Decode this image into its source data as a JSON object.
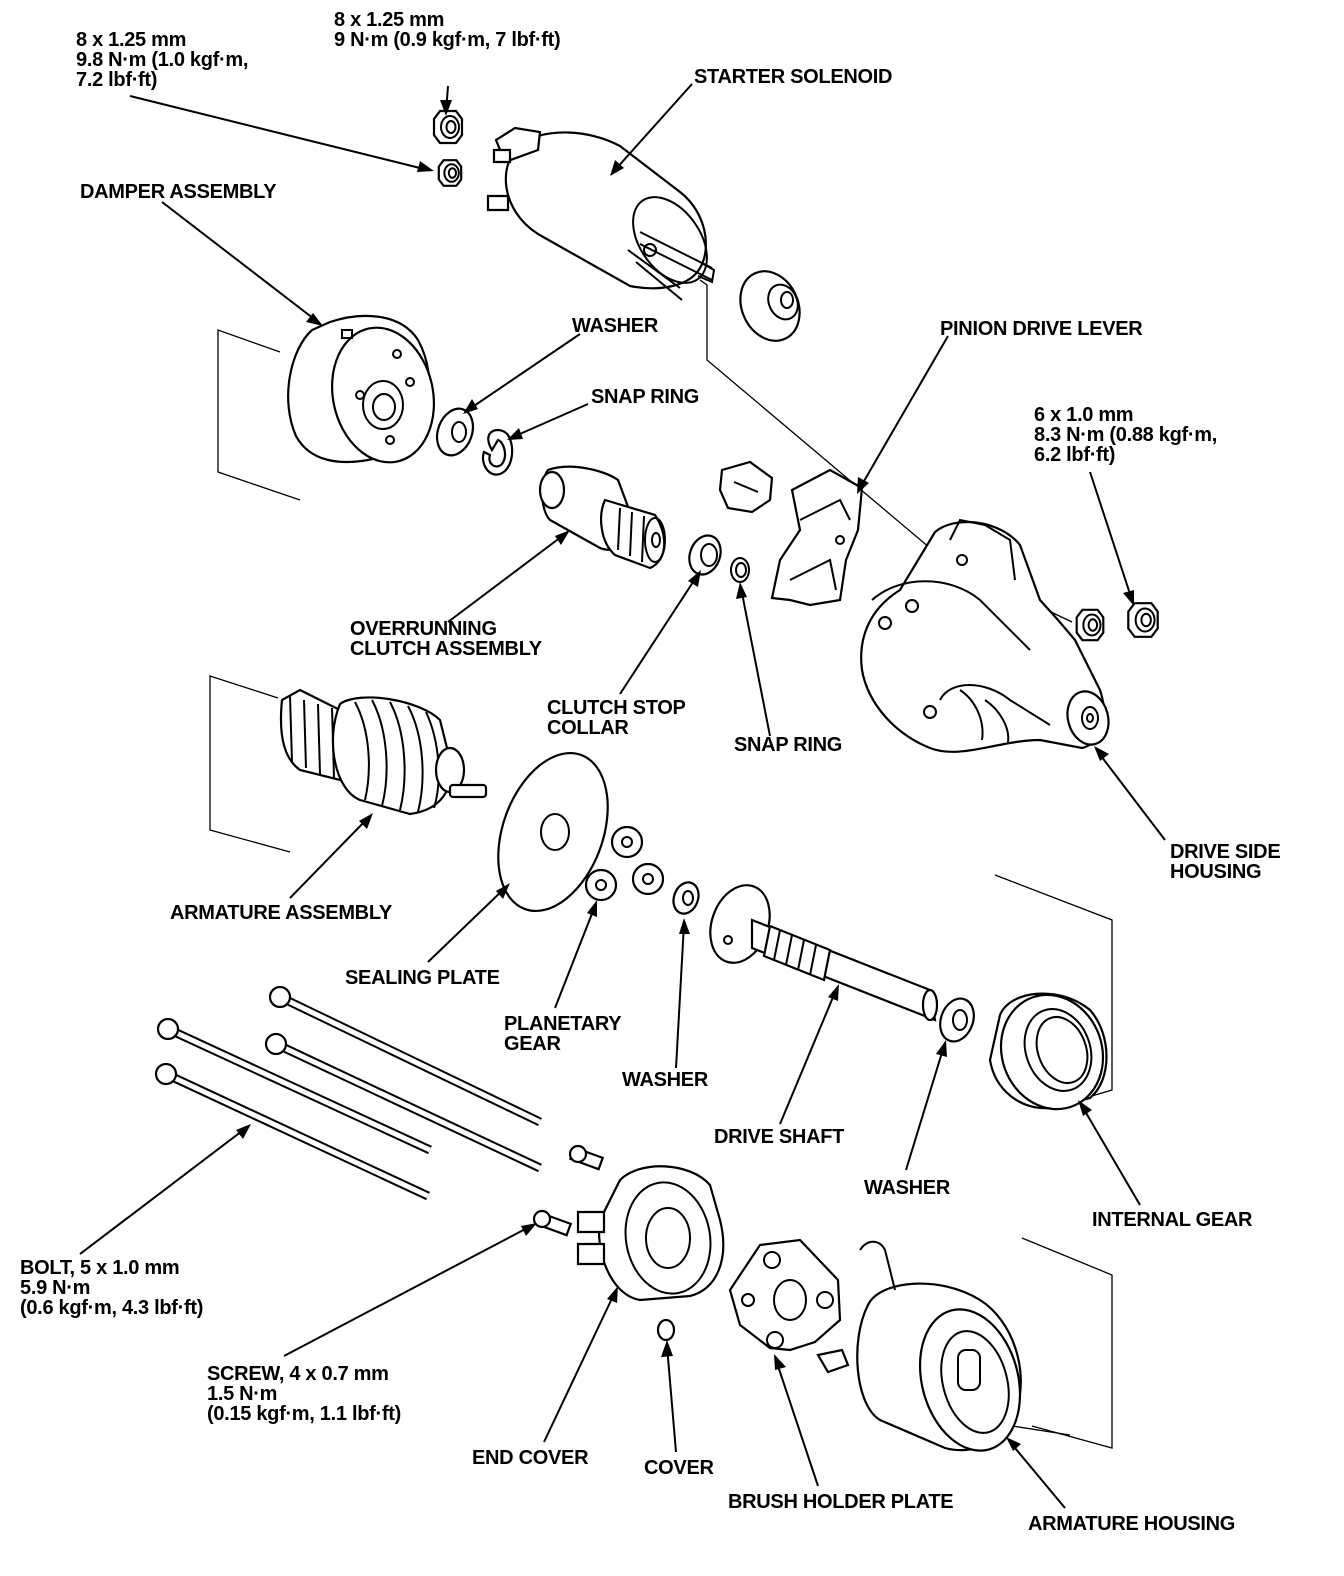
{
  "labels": {
    "nut_top": [
      "8 x 1.25 mm",
      "9 N·m (0.9 kgf·m, 7 lbf·ft)"
    ],
    "nut_left": [
      "8 x 1.25 mm",
      "9.8 N·m (1.0 kgf·m,",
      "7.2 lbf·ft)"
    ],
    "starter_solenoid": "STARTER SOLENOID",
    "damper_assembly": "DAMPER ASSEMBLY",
    "washer_1": "WASHER",
    "snap_ring_1": "SNAP RING",
    "pinion_drive_lever": "PINION DRIVE LEVER",
    "nut_right": [
      "6 x 1.0 mm",
      "8.3 N·m (0.88 kgf·m,",
      "6.2 lbf·ft)"
    ],
    "overrunning_clutch": [
      "OVERRUNNING",
      "CLUTCH ASSEMBLY"
    ],
    "clutch_stop_collar": [
      "CLUTCH STOP",
      "COLLAR"
    ],
    "snap_ring_2": "SNAP RING",
    "drive_side_housing": [
      "DRIVE SIDE",
      "HOUSING"
    ],
    "armature_assembly": "ARMATURE ASSEMBLY",
    "sealing_plate": "SEALING PLATE",
    "planetary_gear": [
      "PLANETARY",
      "GEAR"
    ],
    "washer_2": "WASHER",
    "drive_shaft": "DRIVE SHAFT",
    "washer_3": "WASHER",
    "internal_gear": "INTERNAL GEAR",
    "bolt": [
      "BOLT, 5 x 1.0 mm",
      "5.9 N·m",
      "(0.6 kgf·m, 4.3 lbf·ft)"
    ],
    "screw": [
      "SCREW, 4 x 0.7 mm",
      "1.5 N·m",
      "(0.15 kgf·m, 1.1 lbf·ft)"
    ],
    "end_cover": "END COVER",
    "cover": "COVER",
    "brush_holder_plate": "BRUSH HOLDER PLATE",
    "armature_housing": "ARMATURE HOUSING"
  }
}
